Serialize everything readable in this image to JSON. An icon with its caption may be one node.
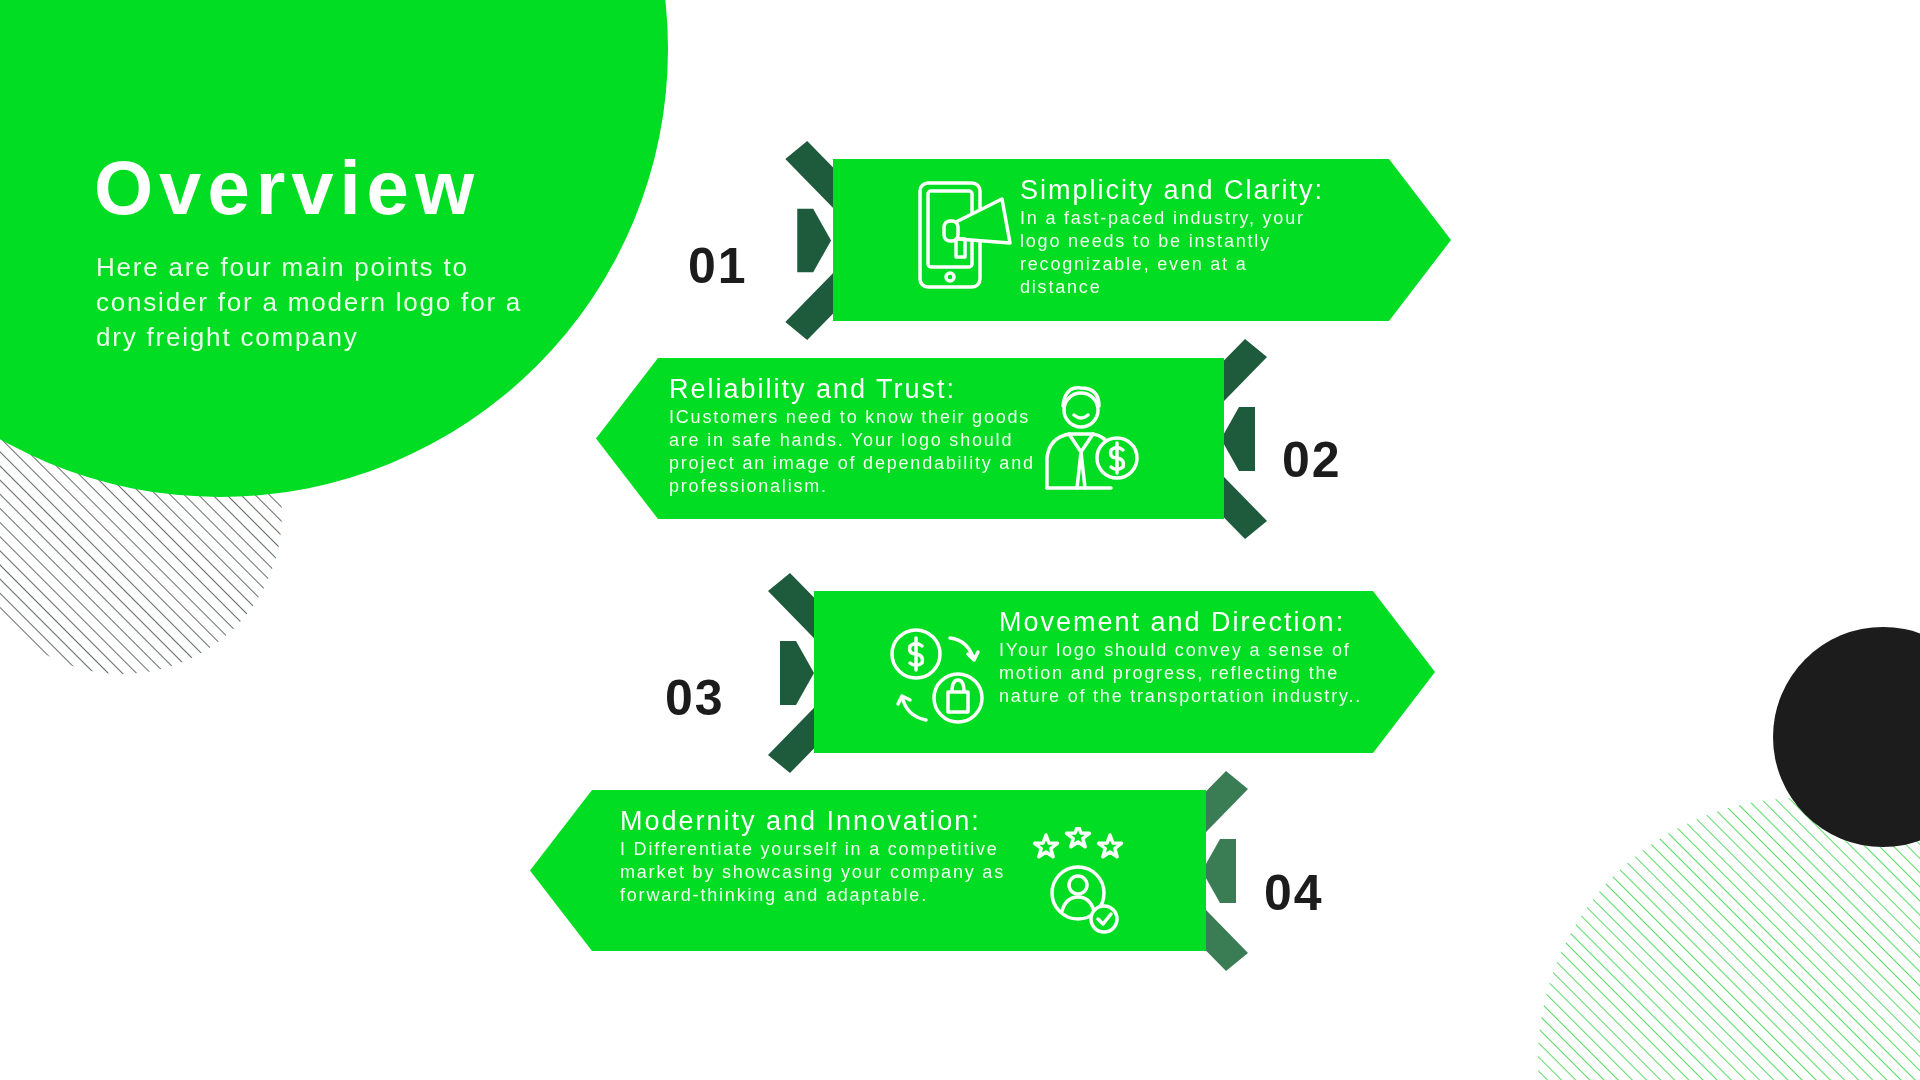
{
  "diagram": {
    "title": "Overview",
    "nodes": [
      {
        "text": [
          "Simplicity and Clarity:",
          "In a fast-paced industry, your logo needs to be instantly recognizable, even at a distance"
        ],
        "beside": [
          "01"
        ]
      },
      {
        "text": [
          "Reliability and Trust:",
          "ICustomers need to know their goods are in safe hands. Your logo should project an image of dependability and professionalism."
        ],
        "beside": [
          "02"
        ]
      },
      {
        "text": [
          "Movement and Direction:",
          "IYour logo should convey a sense of motion and progress, reflecting the nature of the transportation industry.."
        ],
        "beside": [
          "03"
        ]
      },
      {
        "text": [
          "Modernity and Innovation:",
          "I Differentiate yourself in a competitive market by showcasing your company as forward-thinking and adaptable."
        ],
        "beside": [
          "04"
        ]
      }
    ],
    "labels": [
      "Here are four main points to consider for a modern logo for a dry freight company"
    ]
  }
}
